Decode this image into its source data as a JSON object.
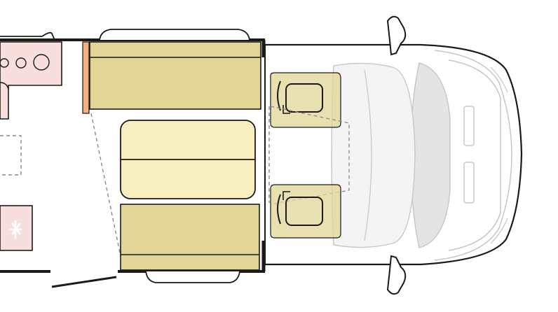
{
  "diagram": {
    "kind": "motorhome-floorplan-top-view",
    "colors": {
      "outline": "#1a1a1a",
      "kitchen_fill": "#f9dede",
      "fridge_fill": "#f9dede",
      "bench_fill": "#e2d596",
      "table_fill": "#f8efc0",
      "seat_fill": "#e2d596",
      "wardrobe_fill": "#f3b27d",
      "cab_outline": "#c6c6c6",
      "cab_fill": "#f2f2f2",
      "dashed": "#8a8a8a",
      "snowflake": "#ffffff"
    },
    "icons": {
      "fridge": "snowflake-icon",
      "hob": "hob-burner-icon",
      "sink": "sink-icon"
    },
    "zones": [
      "kitchen",
      "fridge",
      "wardrobe",
      "bench-seat-rear",
      "bench-seat-front",
      "dinette-table",
      "driver-seat",
      "passenger-seat",
      "cab",
      "side-mirror-top",
      "side-mirror-bottom",
      "entrance-door"
    ]
  }
}
